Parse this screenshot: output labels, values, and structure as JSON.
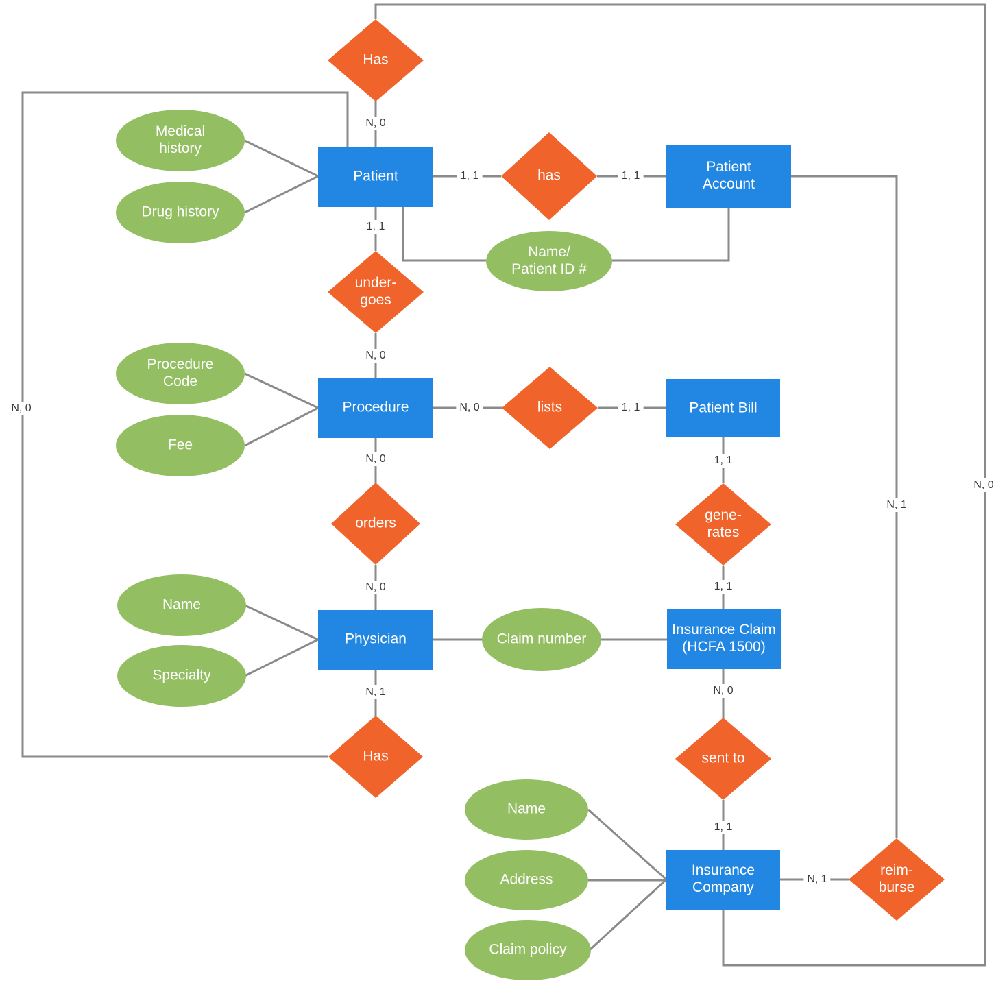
{
  "colors": {
    "entity_fill": "#2287E2",
    "relationship_fill": "#F0642C",
    "attribute_fill": "#93BE62",
    "connector": "#8A8A8A",
    "shape_text": "#FFFFFF",
    "cardinality_text": "#3B3B3B",
    "background": "#FFFFFF"
  },
  "entities": [
    {
      "label": "Patient"
    },
    {
      "label": "Patient\nAccount"
    },
    {
      "label": "Procedure"
    },
    {
      "label": "Patient Bill"
    },
    {
      "label": "Physician"
    },
    {
      "label": "Insurance Claim\n(HCFA 1500)"
    },
    {
      "label": "Insurance\nCompany"
    }
  ],
  "relationships": [
    {
      "label": "Has"
    },
    {
      "label": "has"
    },
    {
      "label": "under-\ngoes"
    },
    {
      "label": "lists"
    },
    {
      "label": "orders"
    },
    {
      "label": "gene-\nrates"
    },
    {
      "label": "Has"
    },
    {
      "label": "sent to"
    },
    {
      "label": "reim-\nburse"
    }
  ],
  "attributes": [
    {
      "label": "Medical\nhistory"
    },
    {
      "label": "Drug history"
    },
    {
      "label": "Name/\nPatient ID #"
    },
    {
      "label": "Procedure\nCode"
    },
    {
      "label": "Fee"
    },
    {
      "label": "Name"
    },
    {
      "label": "Specialty"
    },
    {
      "label": "Claim number"
    },
    {
      "label": "Name"
    },
    {
      "label": "Address"
    },
    {
      "label": "Claim policy"
    }
  ],
  "cardinalities": [
    {
      "text": "N, 0"
    },
    {
      "text": "1, 1"
    },
    {
      "text": "1, 1"
    },
    {
      "text": "1, 1"
    },
    {
      "text": "N, 0"
    },
    {
      "text": "N, 0"
    },
    {
      "text": "1, 1"
    },
    {
      "text": "N, 0"
    },
    {
      "text": "N, 0"
    },
    {
      "text": "N, 1"
    },
    {
      "text": "1, 1"
    },
    {
      "text": "1, 1"
    },
    {
      "text": "N, 0"
    },
    {
      "text": "1, 1"
    },
    {
      "text": "N, 1"
    },
    {
      "text": "N, 1"
    },
    {
      "text": "N, 0"
    },
    {
      "text": "N, 0"
    }
  ]
}
